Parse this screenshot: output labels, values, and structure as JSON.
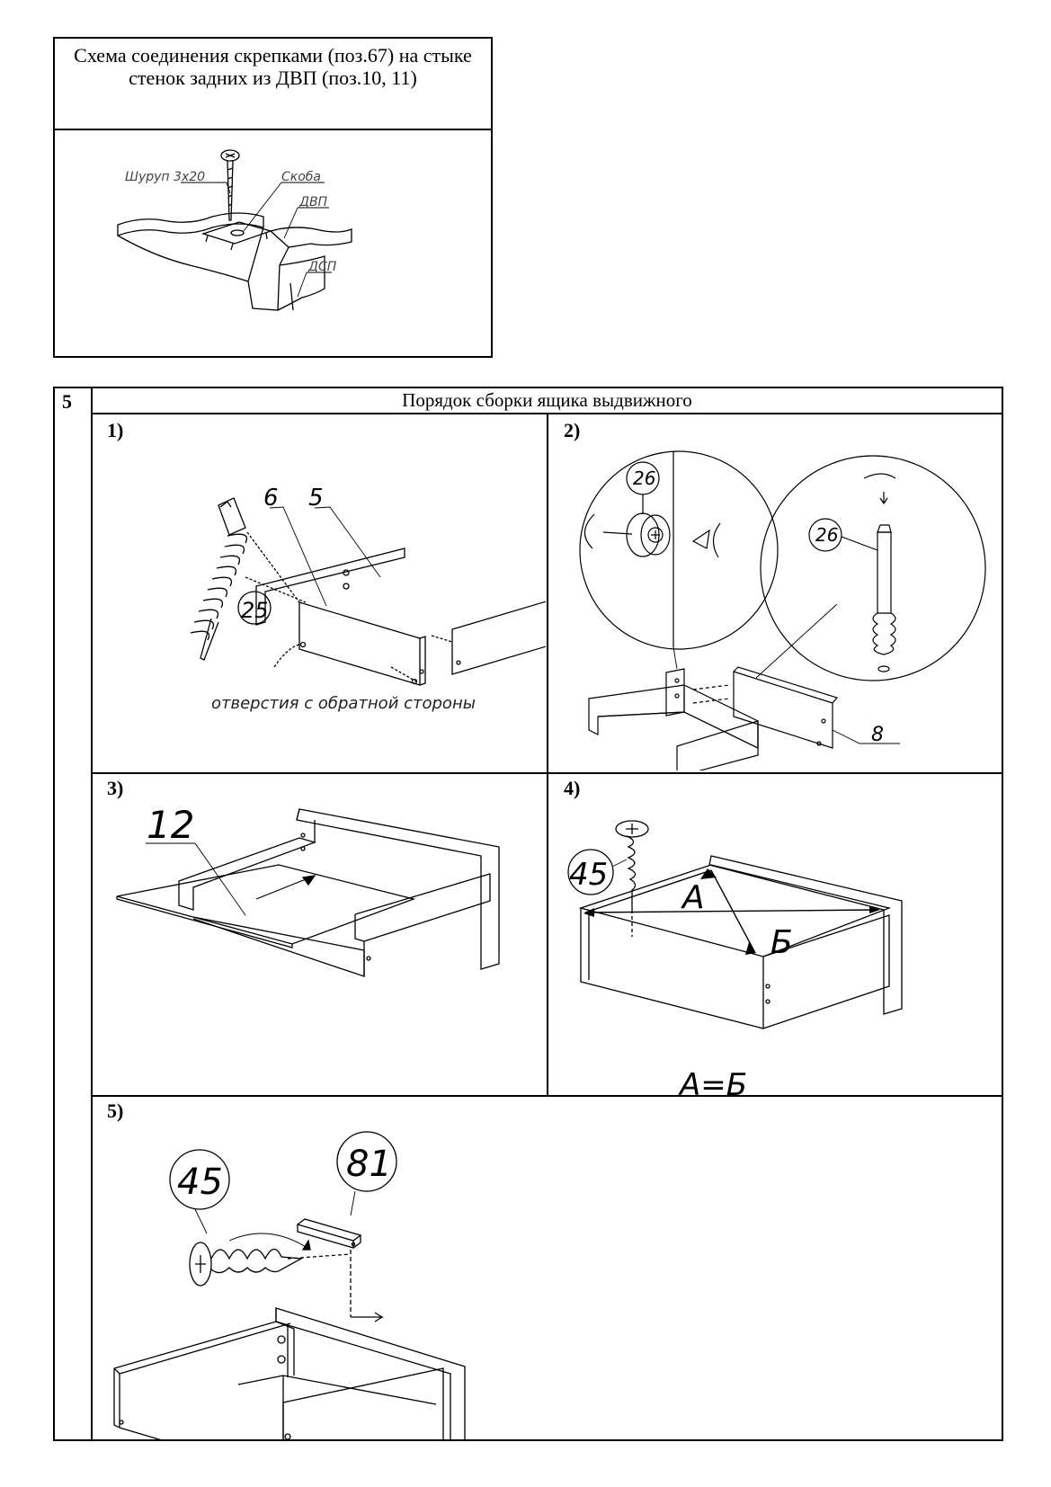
{
  "scheme": {
    "title": "Схема соединения скрепками (поз.67) на стыке стенок задних из ДВП (поз.10, 11)",
    "labels": {
      "screw": "Шуруп 3х20",
      "bracket": "Скоба",
      "hdf": "ДВП",
      "chipboard": "ДСП"
    }
  },
  "section": {
    "number": "5",
    "title": "Порядок сборки ящика выдвижного",
    "steps": [
      {
        "label": "1)",
        "callouts": [
          "6",
          "5",
          "25"
        ],
        "note": "отверстия с обратной стороны"
      },
      {
        "label": "2)",
        "callouts": [
          "26",
          "26",
          "8"
        ]
      },
      {
        "label": "3)",
        "callouts": [
          "12"
        ]
      },
      {
        "label": "4)",
        "callouts": [
          "45",
          "А",
          "Б"
        ],
        "formula": "А=Б"
      },
      {
        "label": "5)",
        "callouts": [
          "45",
          "81"
        ]
      }
    ]
  }
}
